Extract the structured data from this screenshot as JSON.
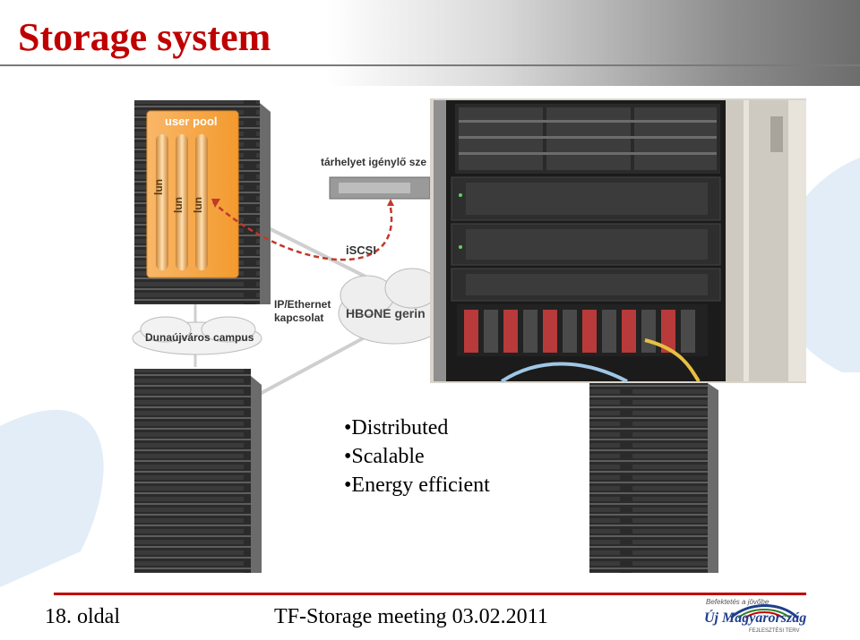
{
  "slide": {
    "title": "Storage system",
    "page_label": "18. oldal",
    "footer_center": "TF-Storage meeting 03.02.2011"
  },
  "diagram": {
    "user_pool": "user pool",
    "lun_labels": [
      "lun",
      "lun",
      "lun"
    ],
    "requester_label": "tárhelyet igénylő sze",
    "iscsi_label": "iSCSI",
    "ip_ethernet_line1": "IP/Ethernet",
    "ip_ethernet_line2": "kapcsolat",
    "hbone_label": "HBONE gerin",
    "campus_label": "Dunaújváros campus"
  },
  "bullets": [
    "•Distributed",
    "•Scalable",
    "•Energy efficient"
  ],
  "logo": {
    "tagline": "Befektetés a jövőbe",
    "name": "Új Magyarország",
    "sub": "FEJLESZTÉSI TERV"
  },
  "colors": {
    "title_red": "#c00000",
    "footer_rule": "#c00000",
    "user_pool_orange": "#f7a84a",
    "logo_blue": "#1f3e8c"
  }
}
